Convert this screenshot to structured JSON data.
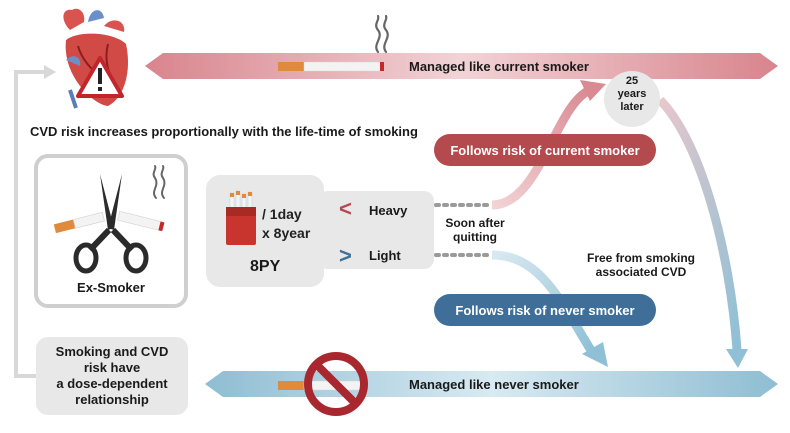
{
  "colors": {
    "current_band": "#e1a7ad",
    "never_band": "#a9ccdc",
    "follows_current_pill": "#b54a4e",
    "follows_never_pill": "#3f6f98",
    "panel_gray": "#eaeaea",
    "dark_text": "#1a1a1a"
  },
  "icons": {
    "heart": "heart-with-warning-icon",
    "scissors": "scissors-cutting-cigarette-icon",
    "cigarette_pack": "cigarette-pack-icon",
    "no_smoking": "no-smoking-icon",
    "smoke": "smoke-icon"
  },
  "top_banner": {
    "label": "Managed like current smoker"
  },
  "bottom_banner": {
    "label": "Managed like never smoker"
  },
  "cvd_statement": "CVD risk increases proportionally with the life-time of smoking",
  "ex_smoker": {
    "label": "Ex-Smoker"
  },
  "pack_years": {
    "per_day": "/ 1day",
    "years": "x 8year",
    "total": "8PY"
  },
  "heavy": {
    "symbol": "<",
    "label": "Heavy"
  },
  "light": {
    "symbol": ">",
    "label": "Light"
  },
  "soon_after_quitting": [
    "Soon after",
    "quitting"
  ],
  "follows_current": "Follows risk of current smoker",
  "follows_never": "Follows risk of never smoker",
  "years_later": [
    "25",
    "years",
    "later"
  ],
  "free_from": [
    "Free from smoking",
    "associated CVD"
  ],
  "dose_dependent": [
    "Smoking and CVD",
    "risk have",
    "a dose-dependent",
    "relationship"
  ]
}
